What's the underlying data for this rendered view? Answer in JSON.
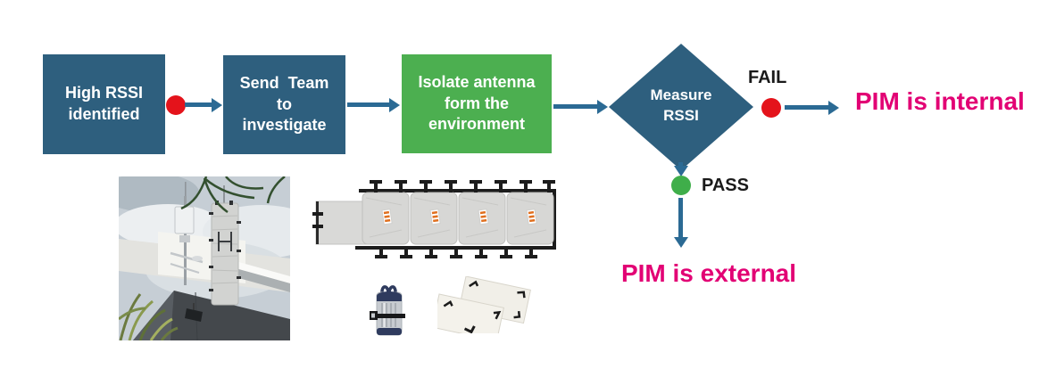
{
  "palette": {
    "node_blue": "#2E5F7E",
    "node_green": "#4CAF50",
    "arrow_blue": "#2B6A94",
    "fail_red": "#E4131B",
    "pass_green": "#3FAE4A",
    "outcome_magenta": "#E20074",
    "branch_label_black": "#1A1A1A"
  },
  "flow": {
    "nodes": [
      {
        "id": "step1",
        "type": "process",
        "label": "High RSSI\nidentified"
      },
      {
        "id": "step2",
        "type": "process",
        "label": "Send  Team\nto\ninvestigate"
      },
      {
        "id": "step3",
        "type": "process",
        "label": "Isolate antenna\nform the\nenvironment"
      },
      {
        "id": "decision",
        "type": "decision",
        "label": "Measure\nRSSI"
      }
    ],
    "branches": {
      "fail": {
        "label": "FAIL",
        "outcome": "PIM is internal"
      },
      "pass": {
        "label": "PASS",
        "outcome": "PIM is external"
      }
    }
  },
  "photos": {
    "antenna_site": "rooftop-antenna-with-isolation-cover",
    "isolation_blanket": "antenna-isolation-blanket-with-straps",
    "rolled_kit": "rolled-isolation-kit-bag",
    "isolation_mats": "folded-isolation-mats"
  }
}
